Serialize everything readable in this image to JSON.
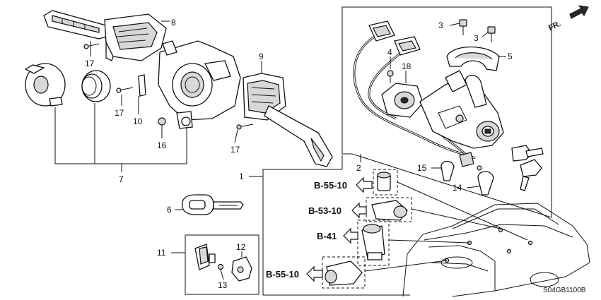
{
  "callouts": {
    "p1": "1",
    "p2": "2",
    "p3a": "3",
    "p3b": "3",
    "p4": "4",
    "p5": "5",
    "p6": "6",
    "p7": "7",
    "p8": "8",
    "p9": "9",
    "p10": "10",
    "p11": "11",
    "p12": "12",
    "p13": "13",
    "p14": "14",
    "p15": "15",
    "p16": "16",
    "p17a": "17",
    "p17b": "17",
    "p17c": "17",
    "p18": "18"
  },
  "references": {
    "r1": "B-55-10",
    "r2": "B-53-10",
    "r3": "B-41",
    "r4": "B-55-10"
  },
  "direction_label": "FR.",
  "diagram_code": "S04GB1100B"
}
